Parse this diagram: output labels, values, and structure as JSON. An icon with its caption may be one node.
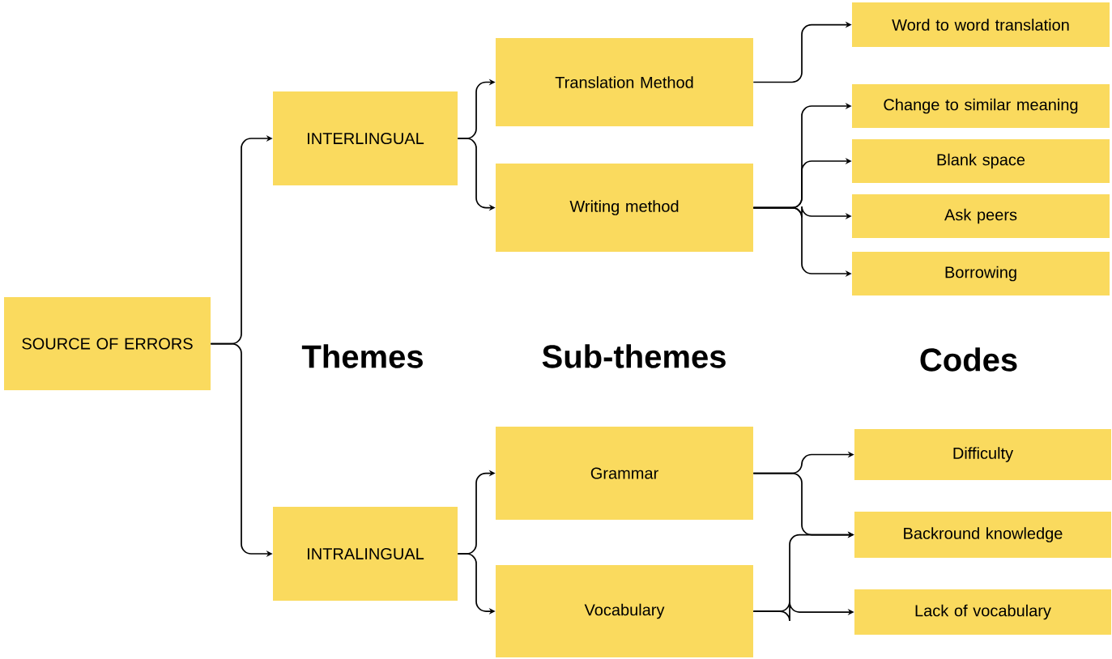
{
  "diagram": {
    "nodes": [
      {
        "text": [
          "SOURCE OF ERRORS"
        ]
      },
      {
        "text": [
          "INTERLINGUAL"
        ]
      },
      {
        "text": [
          "INTRALINGUAL"
        ]
      },
      {
        "text": [
          "Translation Method"
        ]
      },
      {
        "text": [
          "Writing method"
        ]
      },
      {
        "text": [
          "Grammar"
        ]
      },
      {
        "text": [
          "Vocabulary"
        ]
      },
      {
        "text": [
          "Word to word translation"
        ]
      },
      {
        "text": [
          "Change to similar meaning"
        ]
      },
      {
        "text": [
          "Blank space"
        ]
      },
      {
        "text": [
          "Ask peers"
        ]
      },
      {
        "text": [
          "Borrowing"
        ]
      },
      {
        "text": [
          "Difficulty"
        ]
      },
      {
        "text": [
          "Backround knowledge"
        ]
      },
      {
        "text": [
          "Lack of vocabulary"
        ]
      }
    ],
    "edges": [
      {
        "from": 0,
        "to": 1,
        "arrow": "to"
      },
      {
        "from": 0,
        "to": 2,
        "arrow": "to"
      },
      {
        "from": 1,
        "to": 3,
        "arrow": "to"
      },
      {
        "from": 1,
        "to": 4,
        "arrow": "to"
      },
      {
        "from": 2,
        "to": 5,
        "arrow": "to"
      },
      {
        "from": 2,
        "to": 6,
        "arrow": "to"
      },
      {
        "from": 3,
        "to": 7,
        "arrow": "to"
      },
      {
        "from": 4,
        "to": 8,
        "arrow": "to"
      },
      {
        "from": 4,
        "to": 9,
        "arrow": "to"
      },
      {
        "from": 4,
        "to": 10,
        "arrow": "to"
      },
      {
        "from": 4,
        "to": 11,
        "arrow": "to"
      },
      {
        "from": 5,
        "to": 12,
        "arrow": "to"
      },
      {
        "from": 5,
        "to": 13,
        "arrow": "to"
      },
      {
        "from": 6,
        "to": 13,
        "arrow": "to"
      },
      {
        "from": 6,
        "to": 14,
        "arrow": "to"
      }
    ],
    "labels": [
      "Themes",
      "Sub-themes",
      "Codes"
    ]
  }
}
